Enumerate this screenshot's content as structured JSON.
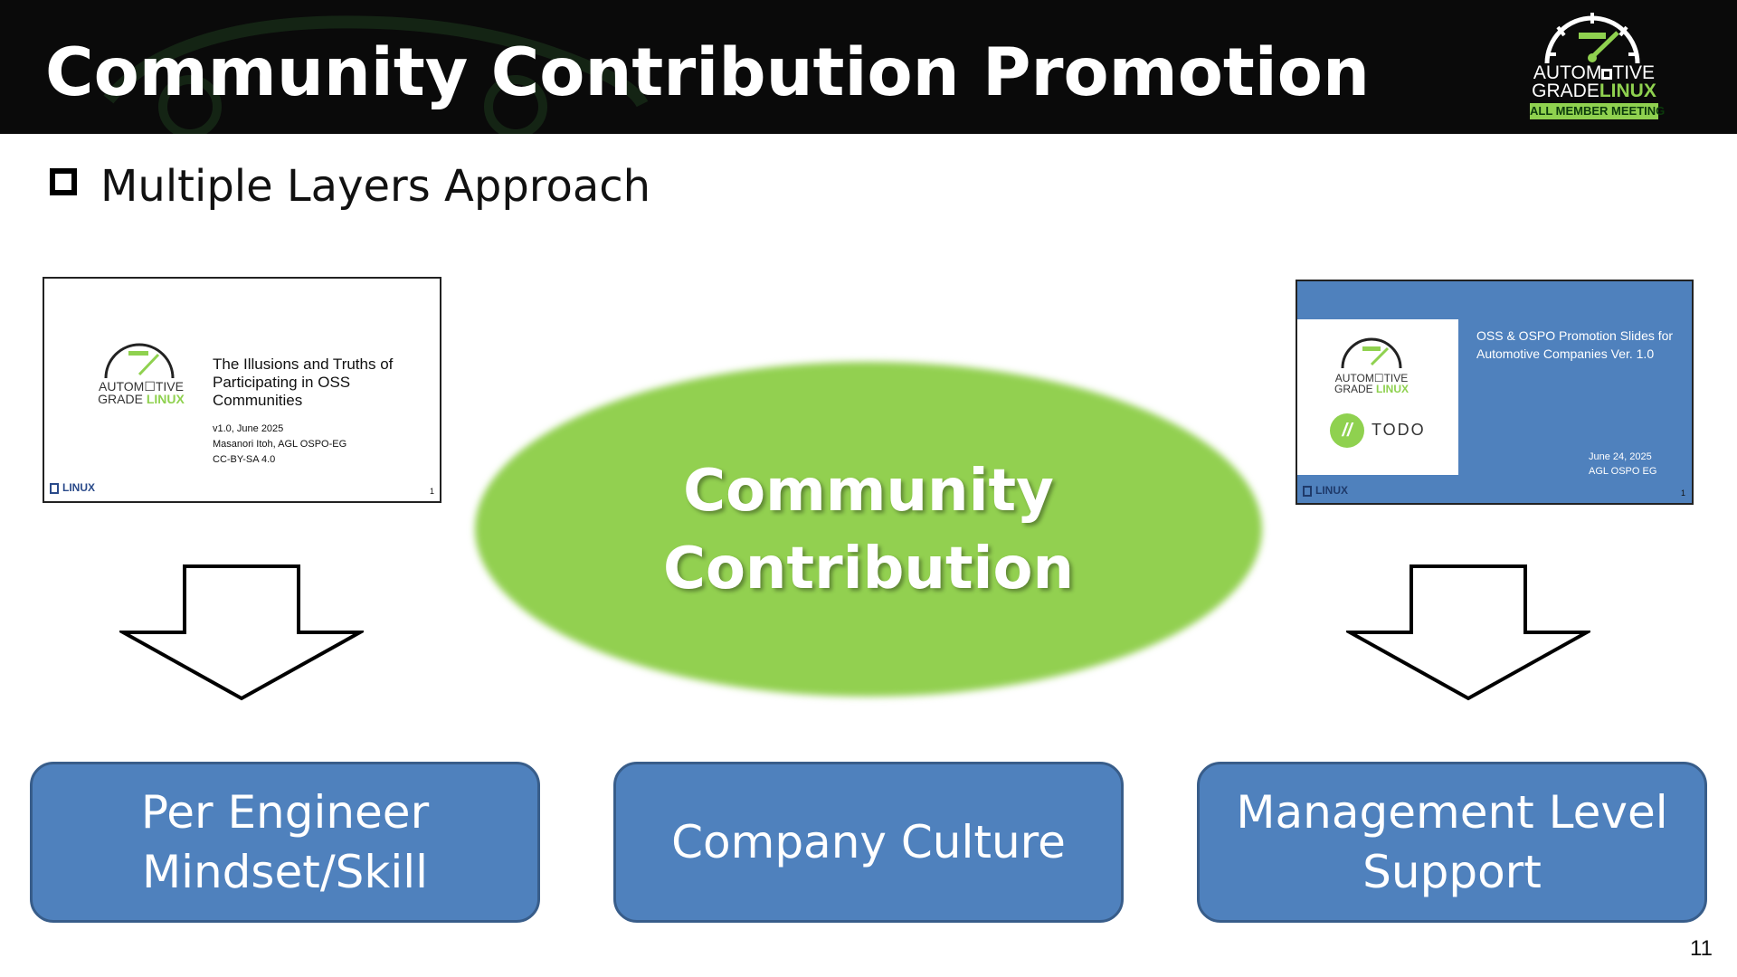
{
  "header": {
    "title": "Community Contribution Promotion",
    "logo": {
      "line1_pre": "AUTOM",
      "line1_post": "TIVE",
      "line2_pre": "GRADE",
      "line2_accent": "LINUX",
      "badge": "ALL MEMBER MEETING",
      "icon": "speedometer-icon"
    }
  },
  "bullet": {
    "text": "Multiple Layers Approach"
  },
  "thumbnails": {
    "left": {
      "title": "The Illusions and Truths of Participating in OSS Communities",
      "meta": [
        "v1.0, June 2025",
        "Masanori Itoh, AGL OSPO-EG",
        "CC-BY-SA 4.0"
      ],
      "logo_line1": "AUTOM☐TIVE",
      "logo_line2_pre": "GRADE ",
      "logo_line2_accent": "LINUX",
      "footer_org": "LINUX",
      "page": "1"
    },
    "right": {
      "title": "OSS & OSPO Promotion Slides for Automotive Companies Ver. 1.0",
      "meta": [
        "June 24, 2025",
        "AGL OSPO EG"
      ],
      "logo_line1": "AUTOM☐TIVE",
      "logo_line2_pre": "GRADE ",
      "logo_line2_accent": "LINUX",
      "todo_mark": "//",
      "todo_label": "TODO",
      "footer_org": "LINUX",
      "page": "1"
    }
  },
  "center": {
    "line1": "Community",
    "line2": "Contribution"
  },
  "boxes": [
    {
      "line1": "Per Engineer",
      "line2": "Mindset/Skill"
    },
    {
      "line1": "Company Culture",
      "line2": ""
    },
    {
      "line1": "Management Level",
      "line2": "Support"
    }
  ],
  "colors": {
    "header_bg": "#0a0a0a",
    "accent_green": "#92d050",
    "box_blue": "#4f81bd",
    "box_border": "#385d8a"
  },
  "page_number": "11"
}
